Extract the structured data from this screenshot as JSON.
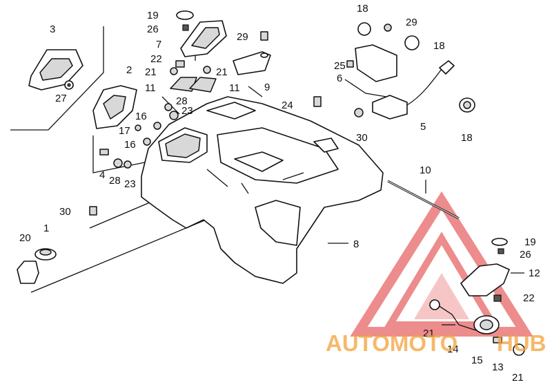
{
  "callouts": {
    "c1": "1",
    "c2": "2",
    "c3": "3",
    "c4": "4",
    "c5": "5",
    "c6": "6",
    "c7": "7",
    "c8": "8",
    "c9": "9",
    "c10": "10",
    "c11a": "11",
    "c11b": "11",
    "c12": "12",
    "c13": "13",
    "c14": "14",
    "c15": "15",
    "c16a": "16",
    "c16b": "16",
    "c17": "17",
    "c18a": "18",
    "c18b": "18",
    "c18c": "18",
    "c19a": "19",
    "c19b": "19",
    "c20": "20",
    "c21a": "21",
    "c21b": "21",
    "c21c": "21",
    "c21d": "21",
    "c22a": "22",
    "c22b": "22",
    "c23a": "23",
    "c23b": "23",
    "c24": "24",
    "c25": "25",
    "c26a": "26",
    "c26b": "26",
    "c27": "27",
    "c28a": "28",
    "c28b": "28",
    "c29a": "29",
    "c29b": "29",
    "c30a": "30",
    "c30b": "30"
  },
  "watermark": {
    "brand_left": "AUTOMOTO",
    "brand_right": "HUB",
    "color_red": "#e03030",
    "color_orange": "#f2a23a"
  }
}
